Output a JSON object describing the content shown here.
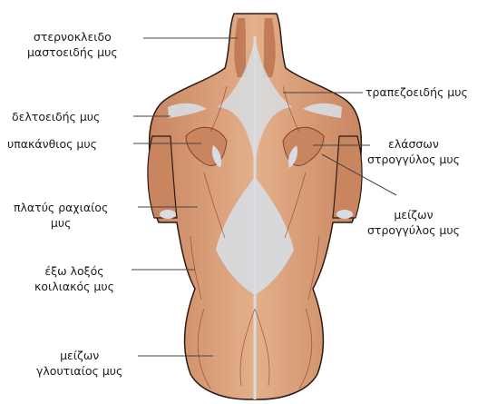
{
  "diagram": {
    "labels": {
      "sternocleido": [
        "στερνοκλειδο",
        "μαστοειδής μυς"
      ],
      "trapezius": [
        "τραπεζοειδής μυς"
      ],
      "deltoid": [
        "δελτοειδής μυς"
      ],
      "infraspinatus": [
        "υπακάνθιος μυς"
      ],
      "teres_minor": [
        "ελάσσων",
        "στρογγύλος μυς"
      ],
      "latissimus": [
        "πλατύς ραχιαίος",
        "μυς"
      ],
      "teres_major": [
        "μείζων",
        "στρογγύλος μυς"
      ],
      "external_oblique": [
        "έξω λοξός",
        "κοιλιακός μυς"
      ],
      "gluteus_maximus": [
        "μείζων",
        "γλουτιαίος μυς"
      ]
    },
    "colors": {
      "muscle": "#d9a27a",
      "muscle_dark": "#b9714c",
      "muscle_line": "#8a3f22",
      "tendon": "#d7dde3",
      "outline": "#2a1a12",
      "leader": "#444444"
    }
  }
}
